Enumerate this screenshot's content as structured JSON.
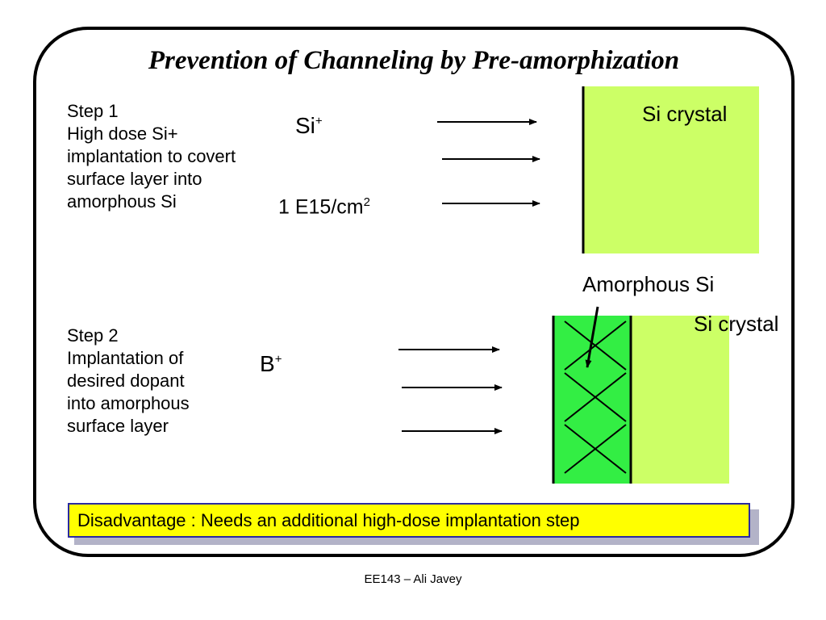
{
  "title": "Prevention of Channeling by Pre-amorphization",
  "step1": {
    "lines": [
      "Step 1",
      "High dose Si+",
      "implantation to covert",
      "surface layer into",
      "amorphous Si"
    ],
    "ion_base": "Si",
    "ion_sup": "+",
    "dose_base": "1 E15/cm",
    "dose_sup": "2",
    "crystal_label": "Si crystal"
  },
  "step2": {
    "lines": [
      "Step 2",
      "Implantation of",
      "desired dopant",
      "into amorphous",
      "surface layer"
    ],
    "ion_base": "B",
    "ion_sup": "+",
    "amorphous_label": "Amorphous Si",
    "crystal_label": "Si crystal"
  },
  "disadvantage": "Disadvantage : Needs an additional high-dose implantation step",
  "footer": "EE143 – Ali Javey",
  "colors": {
    "crystal": "#ccff66",
    "amorphous": "#33ee44",
    "highlight": "#ffff00"
  }
}
